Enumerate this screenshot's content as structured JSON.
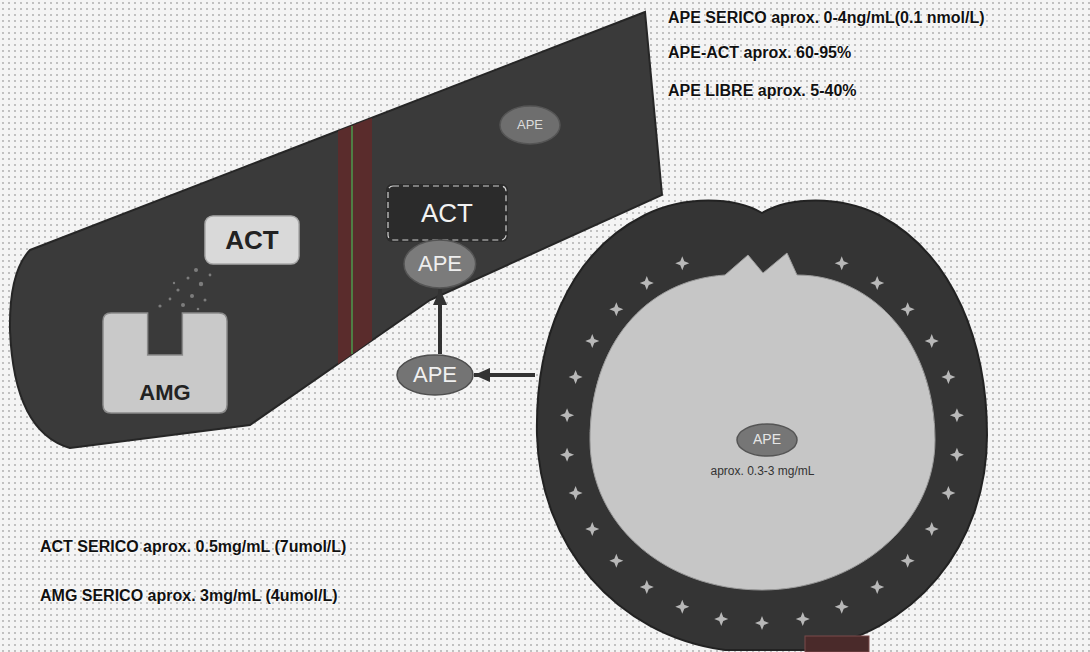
{
  "diagram": {
    "nodes": [
      {
        "text": [
          "ACT"
        ]
      },
      {
        "text": [
          "AMG"
        ]
      },
      {
        "text": [
          "ACT"
        ]
      },
      {
        "text": [
          "APE"
        ]
      },
      {
        "text": [
          "APE"
        ]
      },
      {
        "text": [
          "APE"
        ]
      },
      {
        "text": [
          "aprox. 0.3-3 mg/mL"
        ]
      },
      {
        "text": [
          "APE"
        ],
        "in": 6
      }
    ],
    "edges": [
      {
        "from": 6,
        "to": 5,
        "arrow": "to"
      },
      {
        "from": 5,
        "to": 3,
        "arrow": "to"
      }
    ],
    "labels": [
      "APE SERICO aprox. 0-4ng/mL(0.1 nmol/L)",
      "APE-ACT aprox. 60-95%",
      "APE LIBRE aprox. 5-40%",
      "ACT SERICO aprox. 0.5mg/mL (7umol/L)",
      "AMG SERICO aprox. 3mg/mL (4umol/L)"
    ]
  }
}
